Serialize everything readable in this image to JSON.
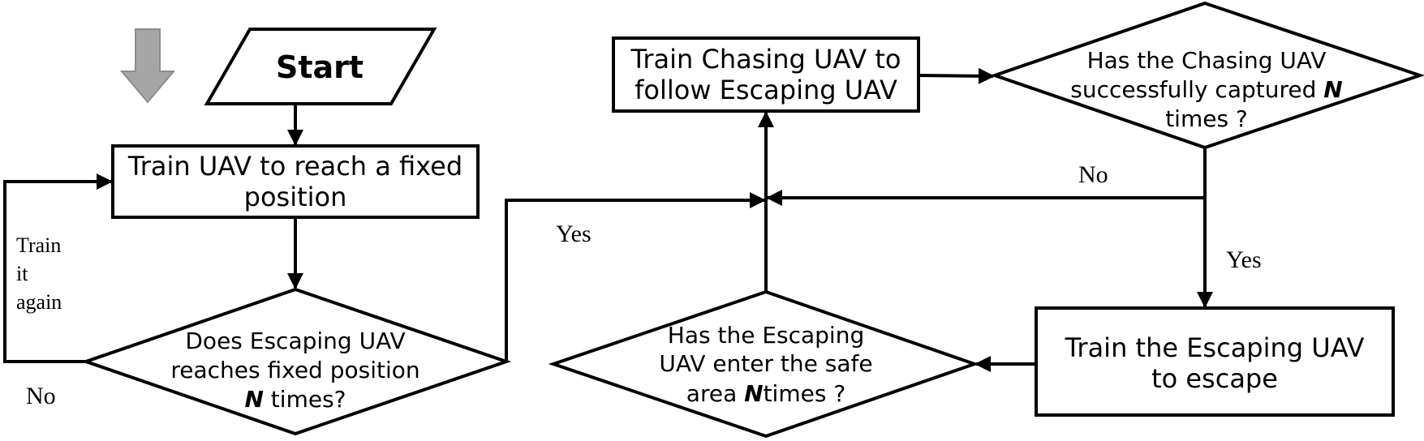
{
  "start": {
    "label": "Start"
  },
  "train_fixed": {
    "line1": "Train UAV to reach a fixed",
    "line2": "position"
  },
  "decision_escape": {
    "line1": "Does Escaping UAV",
    "line2": "reaches fixed position",
    "line3_var": "N",
    "line3_rest": " times?"
  },
  "train_chase": {
    "line1": "Train Chasing UAV to",
    "line2": "follow Escaping UAV"
  },
  "decision_chase": {
    "line1": "Has the Chasing UAV",
    "line2_pre": "successfully captured ",
    "line2_var": "N",
    "line3": "times ?"
  },
  "train_escape": {
    "line1": "Train the Escaping UAV",
    "line2": "to escape"
  },
  "decision_safe": {
    "line1": "Has the Escaping",
    "line2": "UAV enter the safe",
    "line3_pre": "area ",
    "line3_var": "N",
    "line3_rest": "times ?"
  },
  "labels": {
    "train_again_1": "Train",
    "train_again_2": "it",
    "train_again_3": "again",
    "no_left": "No",
    "yes_left": "Yes",
    "no_right": "No",
    "yes_right": "Yes"
  },
  "colors": {
    "line": "#000000",
    "indicator_arrow": "#a6a6a6"
  },
  "icons": {
    "indicator": "down-arrow-icon"
  }
}
